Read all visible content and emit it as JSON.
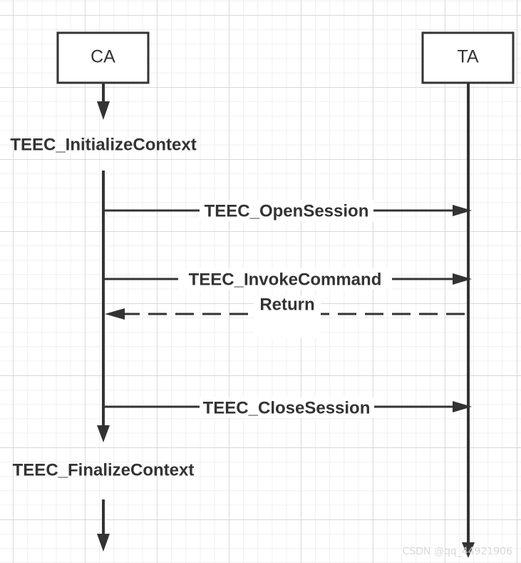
{
  "diagram": {
    "participants": {
      "ca": "CA",
      "ta": "TA"
    },
    "labels": {
      "initialize_context": "TEEC_InitializeContext",
      "open_session": "TEEC_OpenSession",
      "invoke_command": "TEEC_InvokeCommand",
      "return": "Return",
      "close_session": "TEEC_CloseSession",
      "finalize_context": "TEEC_FinalizeContext"
    },
    "watermark": "CSDN @qq_44921906"
  },
  "colors": {
    "line": "#333333",
    "background": "#ffffff",
    "grid": "#d2d2d2"
  }
}
